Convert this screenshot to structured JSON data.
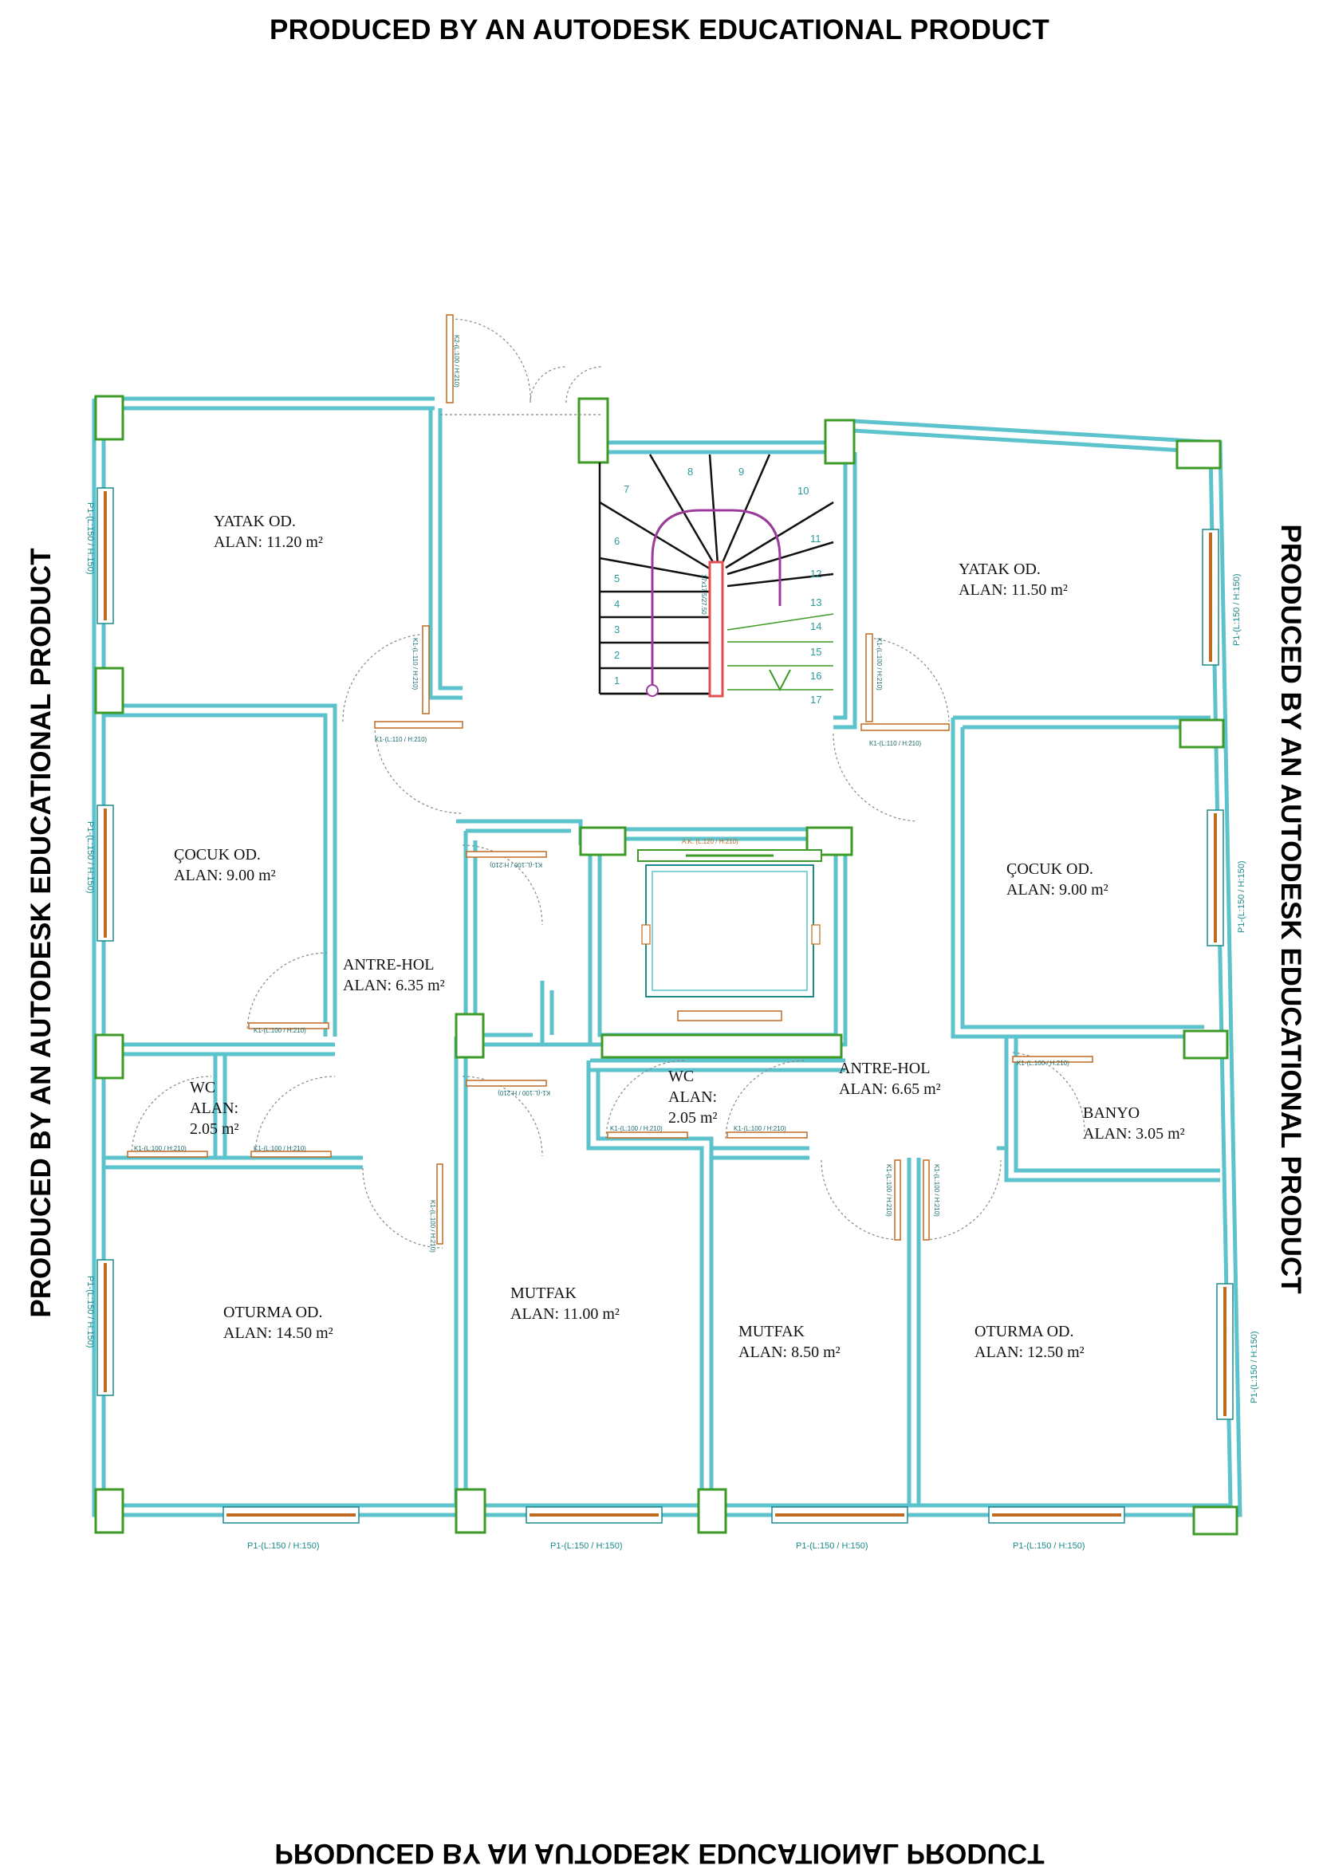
{
  "watermark": {
    "text": "PRODUCED BY AN AUTODESK EDUCATIONAL PRODUCT"
  },
  "colors": {
    "wall": "#5cc3cc",
    "column": "#3c9a26",
    "window": "#c06a20",
    "door_swing": "#888888",
    "stair": "#111111",
    "stair_walkline": "#9b3c9b",
    "stair_rail": "#e05050",
    "label": "#1a8a8a"
  },
  "rooms": [
    {
      "name": "YATAK OD.",
      "area": "ALAN: 11.20 m²"
    },
    {
      "name": "YATAK OD.",
      "area": "ALAN: 11.50 m²"
    },
    {
      "name": "ÇOCUK OD.",
      "area": "ALAN: 9.00 m²"
    },
    {
      "name": "ÇOCUK OD.",
      "area": "ALAN: 9.00 m²"
    },
    {
      "name": "ANTRE-HOL",
      "area": "ALAN: 6.35 m²"
    },
    {
      "name": "ANTRE-HOL",
      "area": "ALAN: 6.65 m²"
    },
    {
      "name": "WC",
      "area_a": "ALAN:",
      "area_b": "2.05 m²"
    },
    {
      "name": "WC",
      "area_a": "ALAN:",
      "area_b": "2.05 m²"
    },
    {
      "name": "BANYO",
      "area": "ALAN: 3.05 m²"
    },
    {
      "name": "OTURMA OD.",
      "area": "ALAN: 14.50 m²"
    },
    {
      "name": "MUTFAK",
      "area": "ALAN: 11.00 m²"
    },
    {
      "name": "MUTFAK",
      "area": "ALAN: 8.50 m²"
    },
    {
      "name": "OTURMA OD.",
      "area": "ALAN: 12.50 m²"
    }
  ],
  "labels": {
    "window_p1": "P1-(L:150 / H:150)",
    "door_k1_110": "K1-(L:110 / H:210)",
    "door_k1_100": "K1-(L:100 / H:210)",
    "elevator_door": "A.K. (L:120 / H:210)",
    "entry_door": "K2-(L:100 / H:210)",
    "stair_label": "17x17.5/27.50"
  },
  "stair_numbers": [
    "1",
    "2",
    "3",
    "4",
    "5",
    "6",
    "7",
    "8",
    "9",
    "10",
    "11",
    "12",
    "13",
    "14",
    "15",
    "16",
    "17"
  ]
}
